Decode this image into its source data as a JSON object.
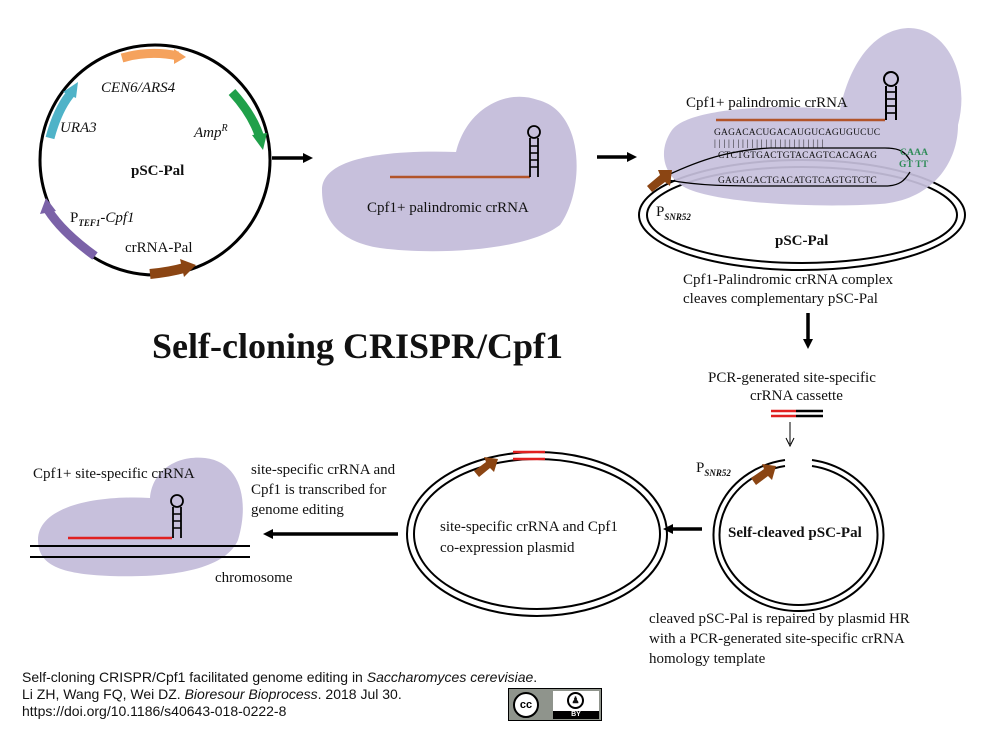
{
  "plasmid_map": {
    "name": "pSC-Pal",
    "segments": {
      "cen": "CEN6/ARS4",
      "amp_base": "Amp",
      "amp_sup": "R",
      "ura": "URA3",
      "ptef_p": "P",
      "ptef_sub": "TEF1",
      "ptef_gene": "-Cpf1",
      "crrna_pal": "crRNA-Pal"
    }
  },
  "complex_label": "Cpf1+  palindromic crRNA",
  "bound_complex": {
    "label": "Cpf1+  palindromic crRNA",
    "seq_top": "GAGACACUGACAUGUCAGUGUCUC",
    "seq_bars": "| | | | | | | | | | | | | | | | | | | | | | | |",
    "seq_mid": "CTCTGTGACTGTACAGTCACAGAG",
    "seq_bot": "GAGACACTGACATGTCAGTGTCTC",
    "pam_top": "CAAA",
    "pam_bot": "GT TT",
    "promoter_p": "P",
    "promoter_sub": "SNR52",
    "plasmid": "pSC-Pal"
  },
  "step_text_1": [
    "Cpf1-Palindromic crRNA complex",
    "cleaves complementary pSC-Pal"
  ],
  "step_text_2": [
    "PCR-generated  site-specific",
    "crRNA cassette"
  ],
  "main_title": "Self-cloning CRISPR/Cpf1",
  "self_cleaved": {
    "promoter_p": "P",
    "promoter_sub": "SNR52",
    "label": "Self-cleaved pSC-Pal"
  },
  "repair_text": [
    "cleaved pSC-Pal is repaired by plasmid HR",
    "with a PCR-generated site-specific crRNA",
    "homology template"
  ],
  "coexpression": [
    "site-specific crRNA and Cpf1",
    "co-expression plasmid"
  ],
  "transcribed_text": [
    "site-specific crRNA and",
    "Cpf1 is transcribed for",
    "genome editing"
  ],
  "final_complex": {
    "label": "Cpf1+ site-specific crRNA",
    "chromosome": "chromosome"
  },
  "credit": {
    "line1_prefix": "Self-cloning CRISPR/Cpf1 facilitated genome editing in ",
    "line1_italic": "Saccharomyces cerevisiae",
    "line1_suffix": ".",
    "line2_prefix": "Li ZH, Wang FQ, Wei DZ. ",
    "line2_italic": "Bioresour Bioprocess",
    "line2_suffix": ". 2018 Jul 30.",
    "line3": "https://doi.org/10.1186/s40643-018-0222-8",
    "license_cc": "cc",
    "license_by": "BY"
  },
  "colors": {
    "protein": "#c7c0dc",
    "crrna": "#b2542a",
    "site_specific": "#e02020",
    "cen": "#f5a25d",
    "amp": "#20a04a",
    "ura": "#4fb3c8",
    "ptef": "#7b62a8",
    "promoter": "#8b4513",
    "pam": "#2e8b57"
  }
}
